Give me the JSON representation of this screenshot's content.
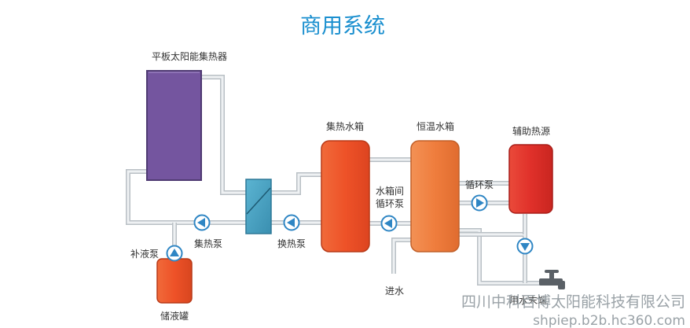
{
  "title": "商用系统",
  "labels": {
    "collector": "平板太阳能集热器",
    "collector_tank": "集热水箱",
    "constant_tank": "恒温水箱",
    "aux_heat": "辅助热源",
    "inter_tank_pump_line1": "水箱间",
    "inter_tank_pump_line2": "循环泵",
    "circ_pump": "循环泵",
    "collector_pump": "集热泵",
    "exchange_pump": "换热泵",
    "fill_pump": "补液泵",
    "storage_tank": "储液罐",
    "water_inlet": "进水",
    "water_end": "用水末端"
  },
  "watermark": {
    "company": "四川中科百博太阳能科技有限公司",
    "url": "shpiep.b2b.hc360.com"
  },
  "colors": {
    "title": "#1a8fcf",
    "collector_panel": "#74559f",
    "collector_tank": "#ee5228",
    "constant_tank": "#ef7d3d",
    "aux_heat": "#e0302a",
    "storage_tank": "#ee5228",
    "heat_exchanger": "#4aa2c2",
    "pump": "#2f86c4",
    "pipe": "#b9c0c5"
  },
  "icons": [
    "pump-icon",
    "heat-exchanger-icon",
    "faucet-icon"
  ]
}
